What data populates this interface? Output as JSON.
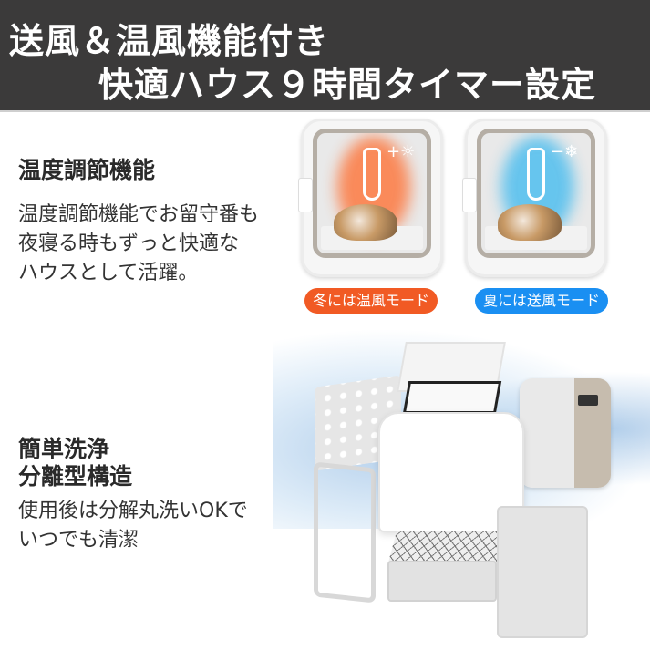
{
  "header": {
    "line1": "送風＆温風機能付き",
    "line2": "快適ハウス９時間タイマー設定",
    "bg_color": "#3b3a3a"
  },
  "section1": {
    "title": "温度調節機能",
    "body_lines": [
      "温度調節機能でお留守番も",
      "夜寝る時もずっと快適な",
      "ハウスとして活躍。"
    ]
  },
  "modes": [
    {
      "label": "冬には温風モード",
      "color": "#f15a24",
      "icon": "thermometer-icon",
      "symbol": "+☼",
      "glow": "#ff6a2a"
    },
    {
      "label": "夏には送風モード",
      "color": "#1a8ff2",
      "icon": "thermometer-icon",
      "symbol": "−❄",
      "glow": "#3ab8ef"
    }
  ],
  "section2": {
    "title_lines": [
      "簡単洗浄",
      "分離型構造"
    ],
    "body_lines": [
      "使用後は分解丸洗いOKで",
      "いつでも清潔"
    ]
  }
}
